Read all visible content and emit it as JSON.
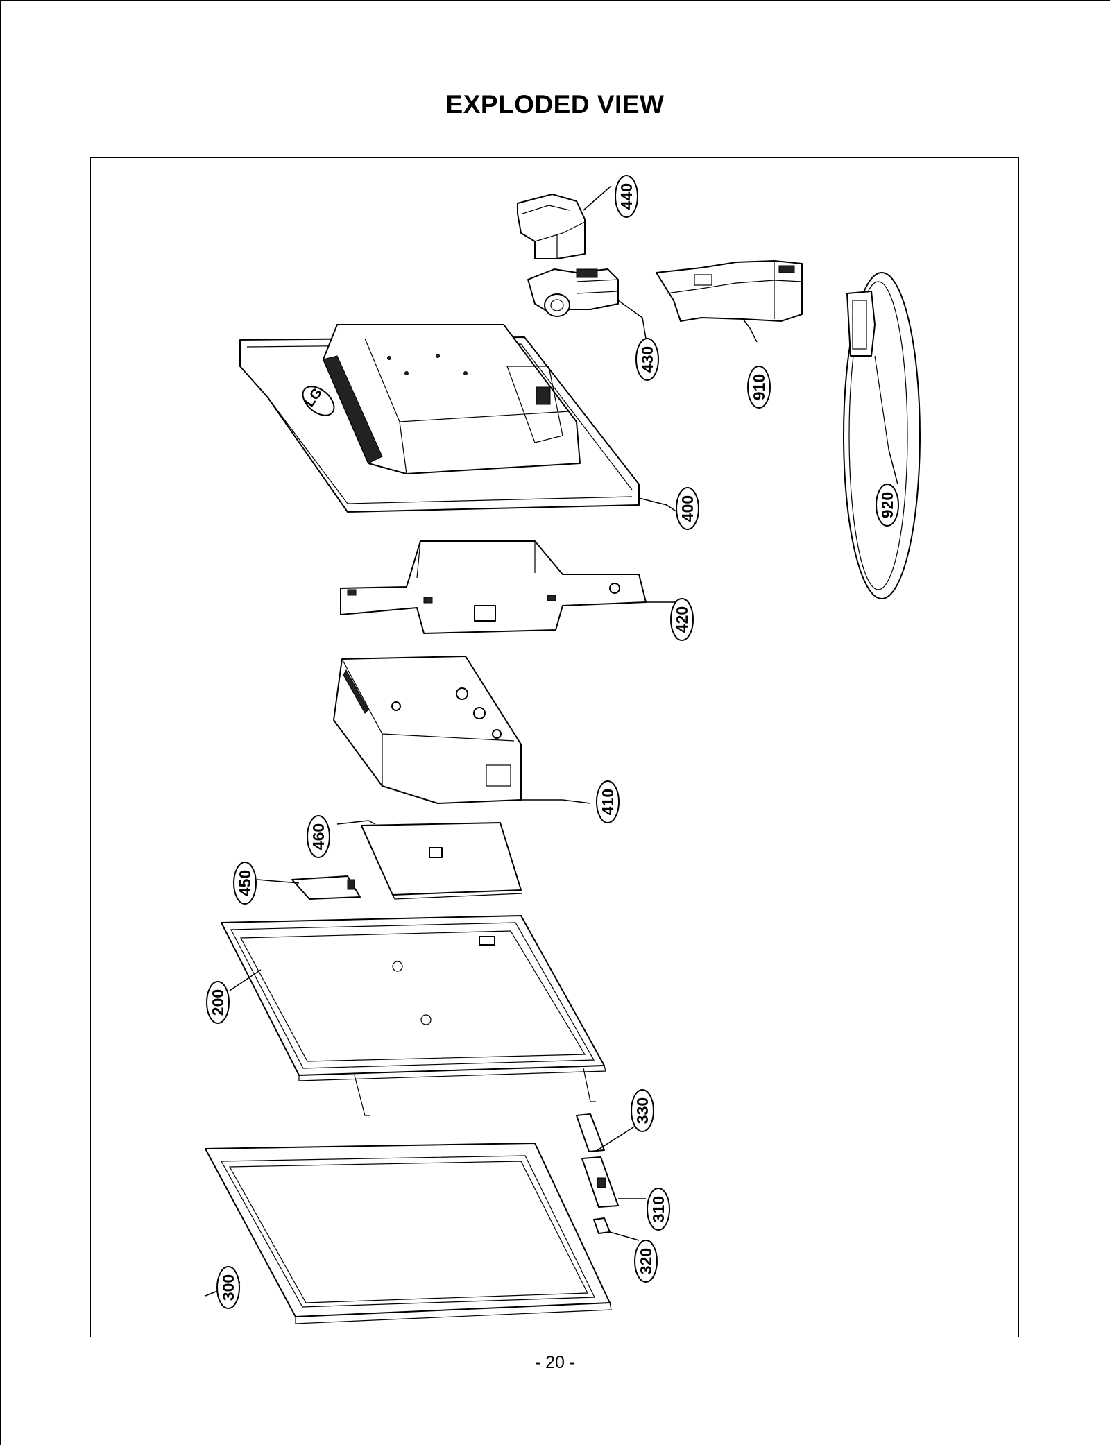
{
  "page": {
    "title": "EXPLODED VIEW",
    "page_number": "- 20 -"
  },
  "callouts": {
    "c440": "440",
    "c430": "430",
    "c910": "910",
    "c920": "920",
    "c400": "400",
    "c420": "420",
    "c410": "410",
    "c460": "460",
    "c450": "450",
    "c200": "200",
    "c330": "330",
    "c310": "310",
    "c320": "320",
    "c300": "300"
  }
}
